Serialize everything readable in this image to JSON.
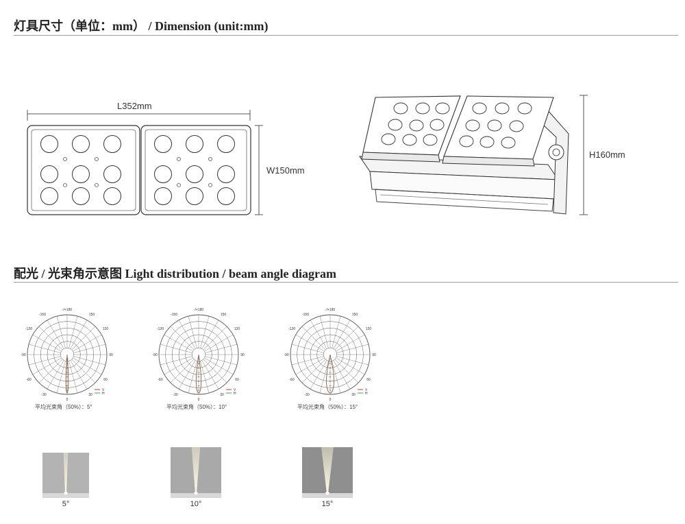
{
  "sections": {
    "dimension_title": "灯具尺寸（单位：mm） / Dimension (unit:mm)",
    "light_title": "配光 / 光束角示意图   Light distribution / beam angle diagram"
  },
  "dimensions": {
    "length": "L352mm",
    "width": "W150mm",
    "height": "H160mm"
  },
  "polar_labels": {
    "top": "-/+180",
    "upper_left": "-150",
    "upper_right": "150",
    "mid_left": "-120",
    "mid_right": "120",
    "left": "-90",
    "right": "90",
    "lower_left": "-60",
    "lower_right": "60",
    "bottom_left": "-30",
    "bottom_right": "30",
    "bottom": "0",
    "legend_v": "V",
    "legend_h": "H"
  },
  "polar_diagrams": [
    {
      "caption": "平均光束角（50%）：5°",
      "beam_angle": 5
    },
    {
      "caption": "平均光束角（50%）：10°",
      "beam_angle": 10
    },
    {
      "caption": "平均光束角（50%）：15°",
      "beam_angle": 15
    }
  ],
  "beam_images": [
    {
      "label": "5°",
      "beam_angle": 5
    },
    {
      "label": "10°",
      "beam_angle": 10
    },
    {
      "label": "15°",
      "beam_angle": 15
    }
  ],
  "colors": {
    "v_curve": "#c0392b",
    "h_curve": "#27ae60",
    "rule": "#9a9a9a"
  }
}
